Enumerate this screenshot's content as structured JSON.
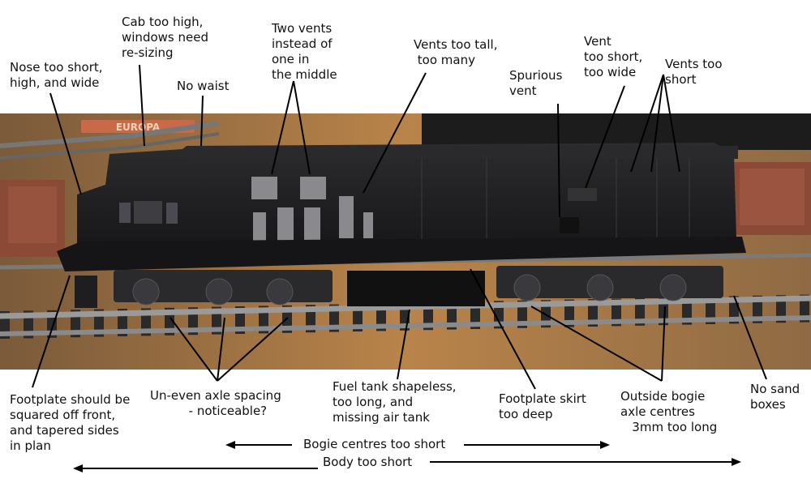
{
  "annotations": {
    "nose": "Nose too short,\nhigh, and wide",
    "cab": "Cab too high,\nwindows need\nre-sizing",
    "waist": "No waist",
    "two_vents": "Two vents\ninstead of\none in\nthe middle",
    "vents_tall": "Vents too tall,\n too many",
    "spurious": "Spurious\nvent",
    "vent_short_wide": "Vent\ntoo short,\ntoo wide",
    "vents_short": "Vents too\nshort",
    "footplate_front": "Footplate should be\nsquared off front,\nand tapered sides\nin plan",
    "axle_spacing": "Un-even axle spacing\n          - noticeable?",
    "fuel_tank": "Fuel tank shapeless,\ntoo long, and\nmissing air tank",
    "skirt": "Footplate skirt\ntoo deep",
    "bogie_axle": "Outside bogie\naxle centres\n   3mm too long",
    "sand": "No sand\nboxes",
    "bogie_centres": "Bogie centres too short",
    "body_short": "Body too short"
  },
  "sign_text": "EUROPA",
  "colors": {
    "background": "#ffffff",
    "wall": "#b07a3a",
    "loco": "#1e1e20",
    "wagon": "#8a4a36",
    "rail": "#8a8a8a"
  }
}
